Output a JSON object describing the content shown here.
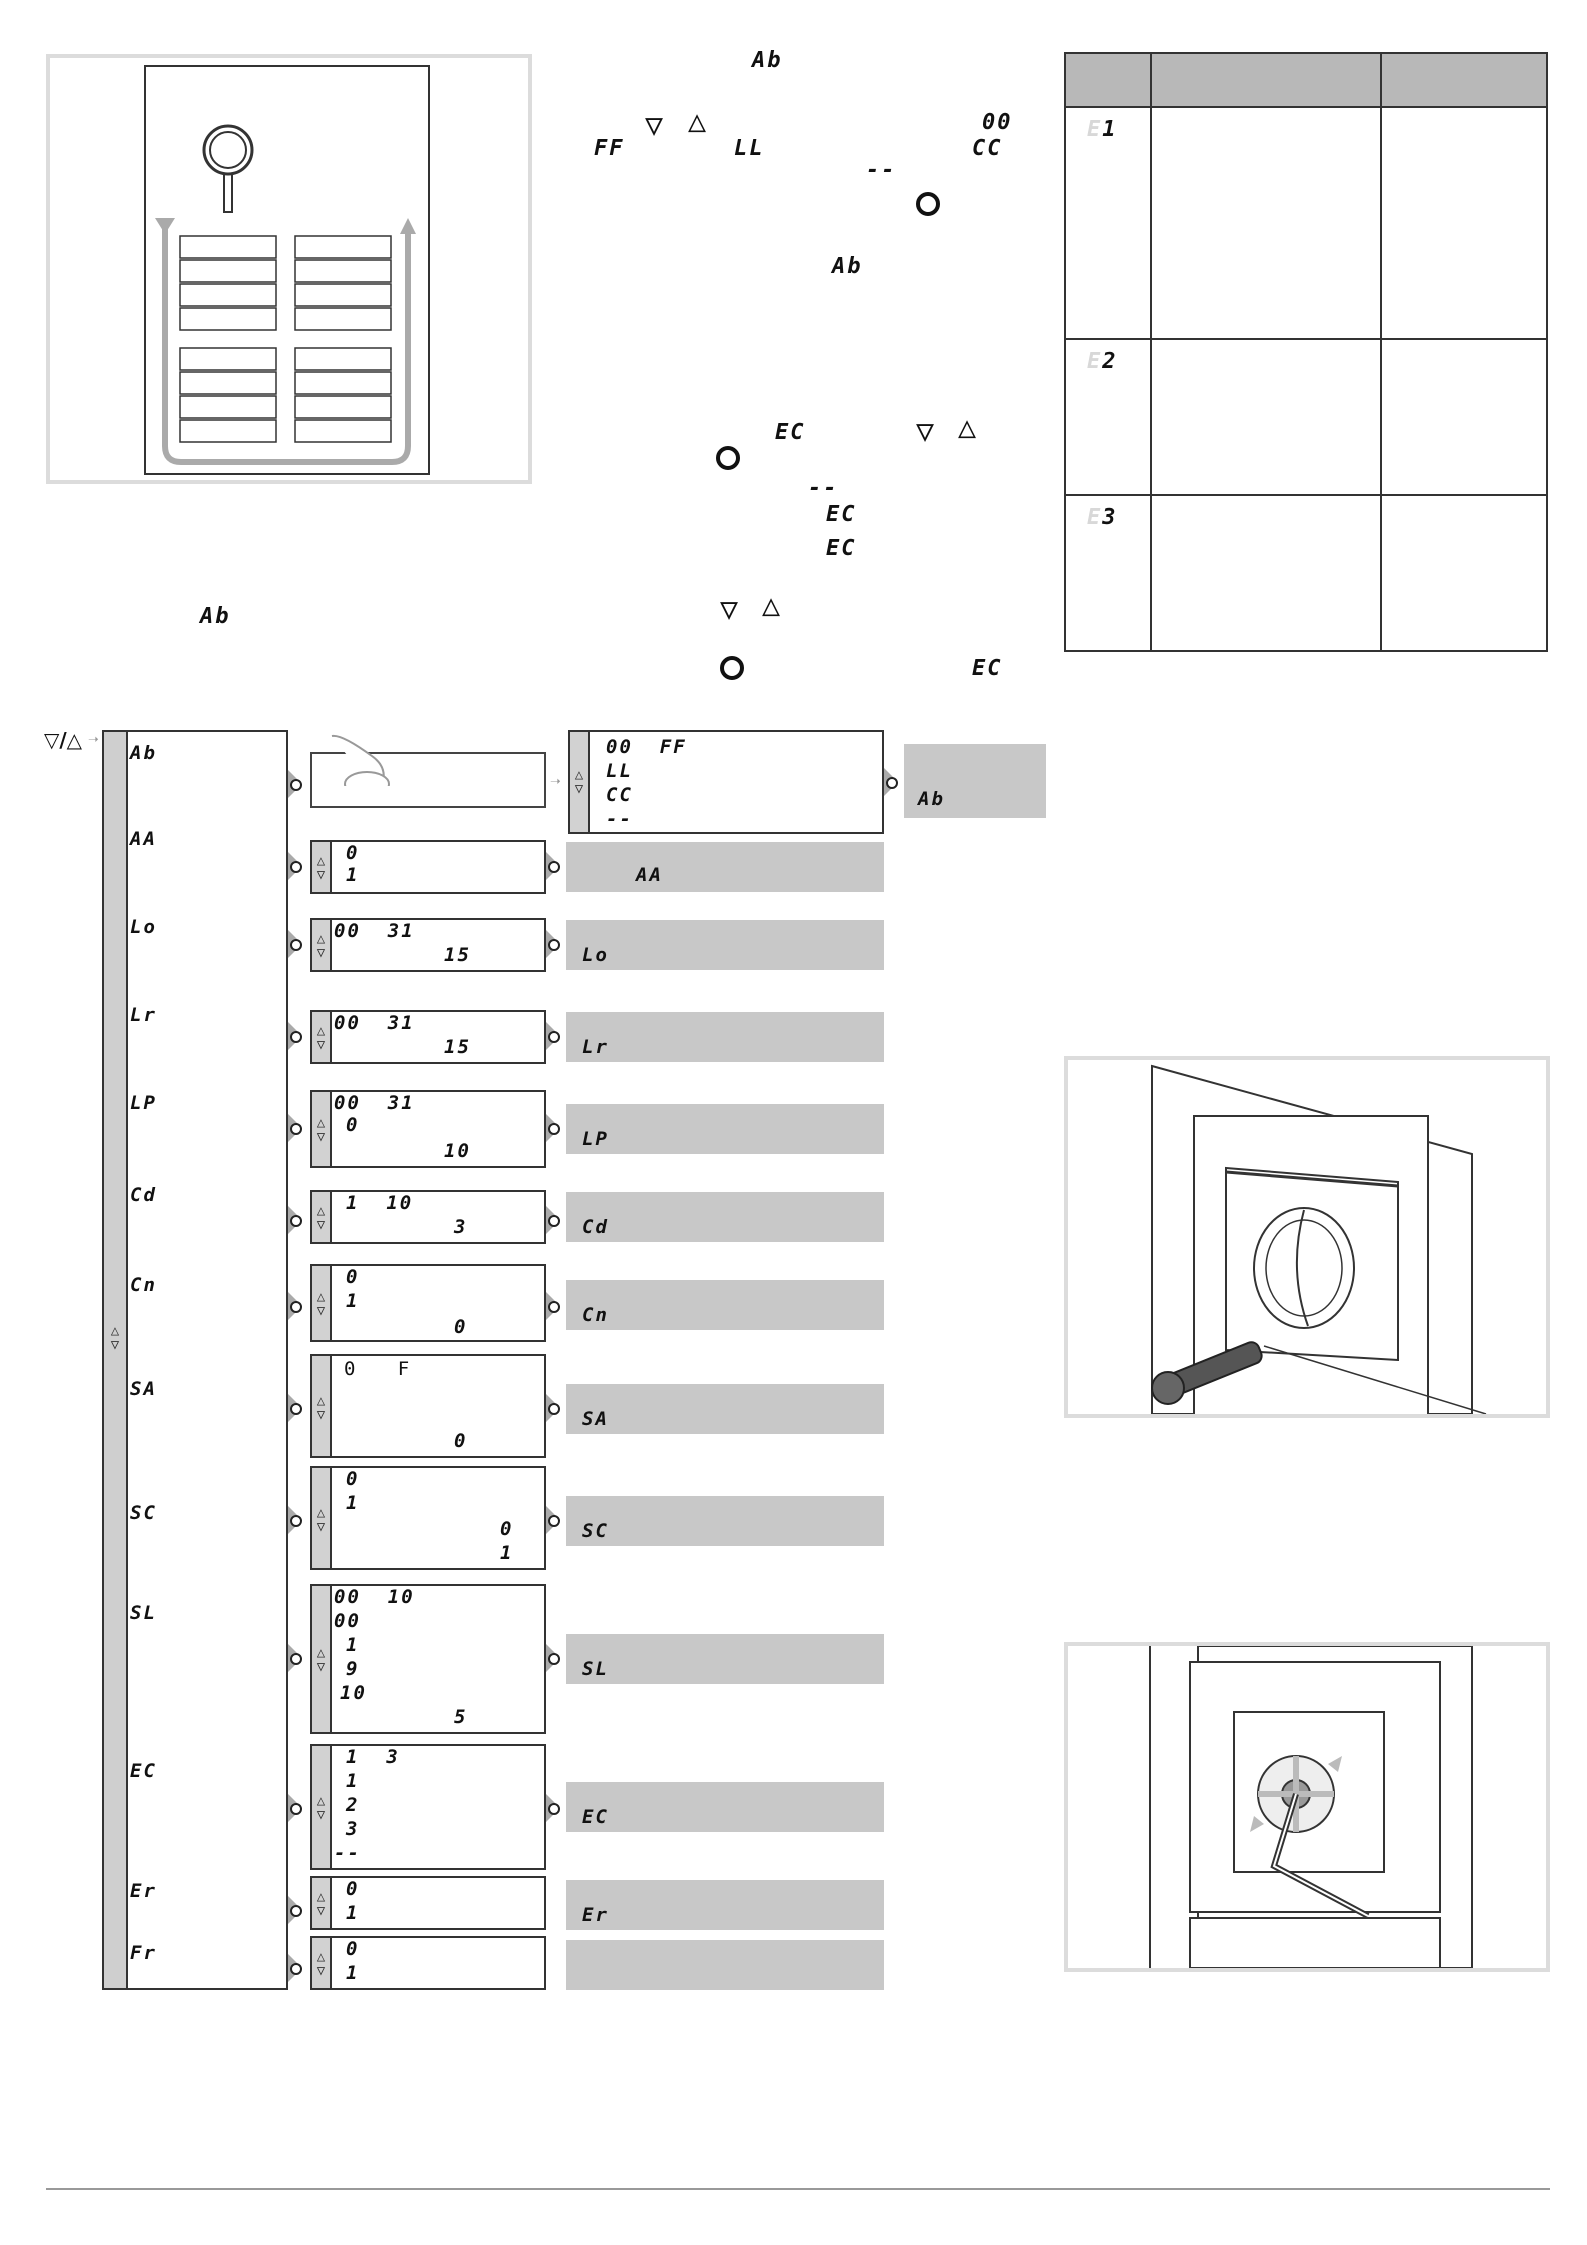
{
  "intro": {
    "ab_label_top": "Ab",
    "ff_label": "FF",
    "ll_label": "LL",
    "dashes_label": "--",
    "oo_label": "00",
    "cc_label": "CC",
    "ab_label_mid": "Ab",
    "ec_label_1": "EC",
    "dashes_label_2": "--",
    "ec_label_2": "EC",
    "ec_label_3": "EC",
    "ec_label_4": "EC",
    "ab_label_left": "Ab"
  },
  "right_table": {
    "rows": [
      {
        "code_ghost": "E",
        "code": "1"
      },
      {
        "code_ghost": "E",
        "code": "2"
      },
      {
        "code_ghost": "E",
        "code": "3"
      }
    ]
  },
  "flow": {
    "entry_icon": "▽/△",
    "menu": [
      {
        "code": "Ab"
      },
      {
        "code": "AA"
      },
      {
        "code": "Lo"
      },
      {
        "code": "Lr"
      },
      {
        "code": "LP"
      },
      {
        "code": "Cd"
      },
      {
        "code": "Cn"
      },
      {
        "code": "SA"
      },
      {
        "code": "SC"
      },
      {
        "code": "SL"
      },
      {
        "code": "EC"
      },
      {
        "code": "Er"
      },
      {
        "code": "Fr"
      }
    ],
    "ab_options": {
      "line1": "00  FF",
      "line2": "LL",
      "line3": "CC",
      "line4": "--"
    },
    "ab_result": "Ab",
    "aa": {
      "line1": "0",
      "line2": "1",
      "result": "AA"
    },
    "lo": {
      "line1": "00  31",
      "default": "15",
      "result": "Lo"
    },
    "lr": {
      "line1": "00  31",
      "default": "15",
      "result": "Lr"
    },
    "lp": {
      "line1": "00  31",
      "line2": "0",
      "default": "10",
      "result": "LP"
    },
    "cd": {
      "line1": "1  10",
      "default": "3",
      "result": "Cd"
    },
    "cn": {
      "line1": "0",
      "line2": "1",
      "default": "0",
      "result": "Cn"
    },
    "sa": {
      "line1": "0   F",
      "default": "0",
      "result": "SA"
    },
    "sc": {
      "line1": "0",
      "line2": "1",
      "default1": "0",
      "default2": "1",
      "result": "SC"
    },
    "sl": {
      "line1": "00  10",
      "line2": "00",
      "line3": "1",
      "line4": "9",
      "line5": "10",
      "default": "5",
      "result": "SL"
    },
    "ec": {
      "line1": "1  3",
      "line2": "1",
      "line3": "2",
      "line4": "3",
      "line5": "--",
      "result": "EC"
    },
    "er": {
      "line1": "0",
      "line2": "1",
      "result": "Er"
    },
    "fr": {
      "line1": "0",
      "line2": "1"
    }
  },
  "colors": {
    "panel_gray": "#c8c8c8",
    "frame_gray": "#dcdcdc",
    "line": "#333333"
  }
}
